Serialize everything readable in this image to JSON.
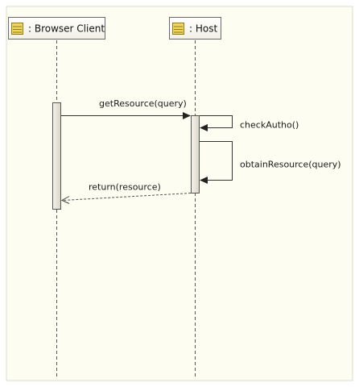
{
  "diagram": {
    "type": "sequence",
    "lifelines": [
      {
        "id": "browser",
        "label": ": Browser Client"
      },
      {
        "id": "host",
        "label": ": Host"
      }
    ],
    "messages": [
      {
        "id": "get",
        "label": "getResource(query)",
        "from": "browser",
        "to": "host",
        "kind": "sync"
      },
      {
        "id": "check",
        "label": "checkAutho()",
        "from": "host",
        "to": "host",
        "kind": "self"
      },
      {
        "id": "obtain",
        "label": "obtainResource(query)",
        "from": "host",
        "to": "host",
        "kind": "self"
      },
      {
        "id": "ret",
        "label": "return(resource)",
        "from": "host",
        "to": "browser",
        "kind": "return"
      }
    ],
    "colors": {
      "background": "#fdfdf1",
      "border": "#d8d8c8",
      "lifeline_head_fill": "#ffffff",
      "object_icon": "#f2d65a",
      "activation_fill": "#ece7dc",
      "line": "#333333"
    }
  }
}
